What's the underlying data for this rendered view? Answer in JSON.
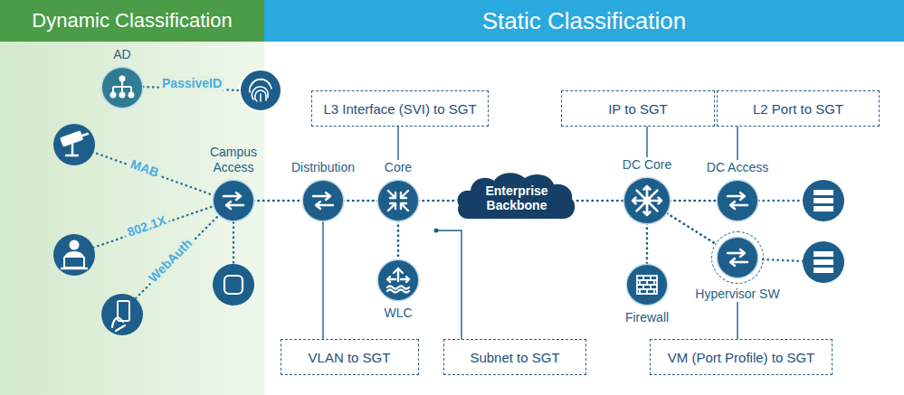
{
  "diagram": {
    "nodes": [
      {
        "text": [
          "Dynamic Classification"
        ]
      },
      {
        "text": [
          "Static Classification"
        ]
      },
      {
        "text": [
          "AD"
        ]
      },
      {
        "text": [
          "Campus Access"
        ]
      },
      {
        "text": [
          "Distribution"
        ]
      },
      {
        "text": [
          "Core"
        ]
      },
      {
        "text": [
          "WLC"
        ]
      },
      {
        "text": [
          "Enterprise Backbone"
        ]
      },
      {
        "text": [
          "DC Core"
        ]
      },
      {
        "text": [
          "Firewall"
        ]
      },
      {
        "text": [
          "DC Access"
        ]
      },
      {
        "text": [
          "Hypervisor SW"
        ]
      },
      {
        "text": [
          "L3 Interface (SVI) to SGT"
        ]
      },
      {
        "text": [
          "IP to SGT"
        ]
      },
      {
        "text": [
          "L2 Port to SGT"
        ]
      },
      {
        "text": [
          "VLAN to SGT"
        ]
      },
      {
        "text": [
          "Subnet to SGT"
        ]
      },
      {
        "text": [
          "VM (Port Profile) to SGT"
        ]
      }
    ],
    "edges": [
      {
        "from": 3,
        "to": 4,
        "arrow": "none"
      },
      {
        "from": 4,
        "to": 5,
        "arrow": "none"
      },
      {
        "from": 5,
        "to": 7,
        "arrow": "none"
      },
      {
        "from": 5,
        "to": 6,
        "arrow": "none"
      },
      {
        "from": 7,
        "to": 8,
        "arrow": "none"
      },
      {
        "from": 8,
        "to": 10,
        "arrow": "none"
      },
      {
        "from": 8,
        "to": 9,
        "arrow": "none"
      },
      {
        "from": 8,
        "to": 11,
        "arrow": "none"
      },
      {
        "from": 12,
        "to": 5,
        "arrow": "none"
      },
      {
        "from": 13,
        "to": 8,
        "arrow": "none"
      },
      {
        "from": 14,
        "to": 10,
        "arrow": "none"
      },
      {
        "from": 15,
        "to": 4,
        "arrow": "none"
      },
      {
        "from": 17,
        "to": 11,
        "arrow": "none"
      }
    ],
    "labels": [
      "PassiveID",
      "MAB",
      "802.1X",
      "WebAuth"
    ]
  }
}
